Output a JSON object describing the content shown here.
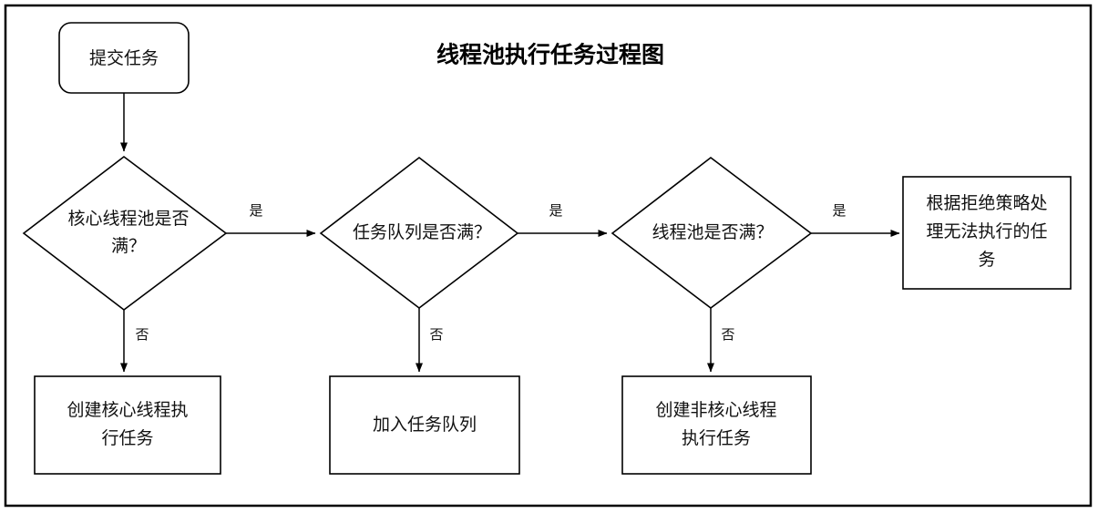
{
  "diagram": {
    "title": "线程池执行任务过程图",
    "frame": {
      "color": "#000000"
    },
    "nodes": [
      {
        "id": "start",
        "shape": "rounded-rect",
        "label": "提交任务"
      },
      {
        "id": "d1",
        "shape": "diamond",
        "label_line1": "核心线程池是否",
        "label_line2": "满？"
      },
      {
        "id": "d2",
        "shape": "diamond",
        "label": "任务队列是否满？"
      },
      {
        "id": "d3",
        "shape": "diamond",
        "label": "线程池是否满？"
      },
      {
        "id": "reject",
        "shape": "rect",
        "label_line1": "根据拒绝策略处",
        "label_line2": "理无法执行的任",
        "label_line3": "务"
      },
      {
        "id": "core-thread",
        "shape": "rect",
        "label_line1": "创建核心线程执",
        "label_line2": "行任务"
      },
      {
        "id": "enqueue",
        "shape": "rect",
        "label": "加入任务队列"
      },
      {
        "id": "noncore",
        "shape": "rect",
        "label_line1": "创建非核心线程",
        "label_line2": "执行任务"
      }
    ],
    "edges": [
      {
        "from": "start",
        "to": "d1",
        "label": ""
      },
      {
        "from": "d1",
        "to": "d2",
        "label": "是"
      },
      {
        "from": "d2",
        "to": "d3",
        "label": "是"
      },
      {
        "from": "d3",
        "to": "reject",
        "label": "是"
      },
      {
        "from": "d1",
        "to": "core-thread",
        "label": "否"
      },
      {
        "from": "d2",
        "to": "enqueue",
        "label": "否"
      },
      {
        "from": "d3",
        "to": "noncore",
        "label": "否"
      }
    ]
  }
}
